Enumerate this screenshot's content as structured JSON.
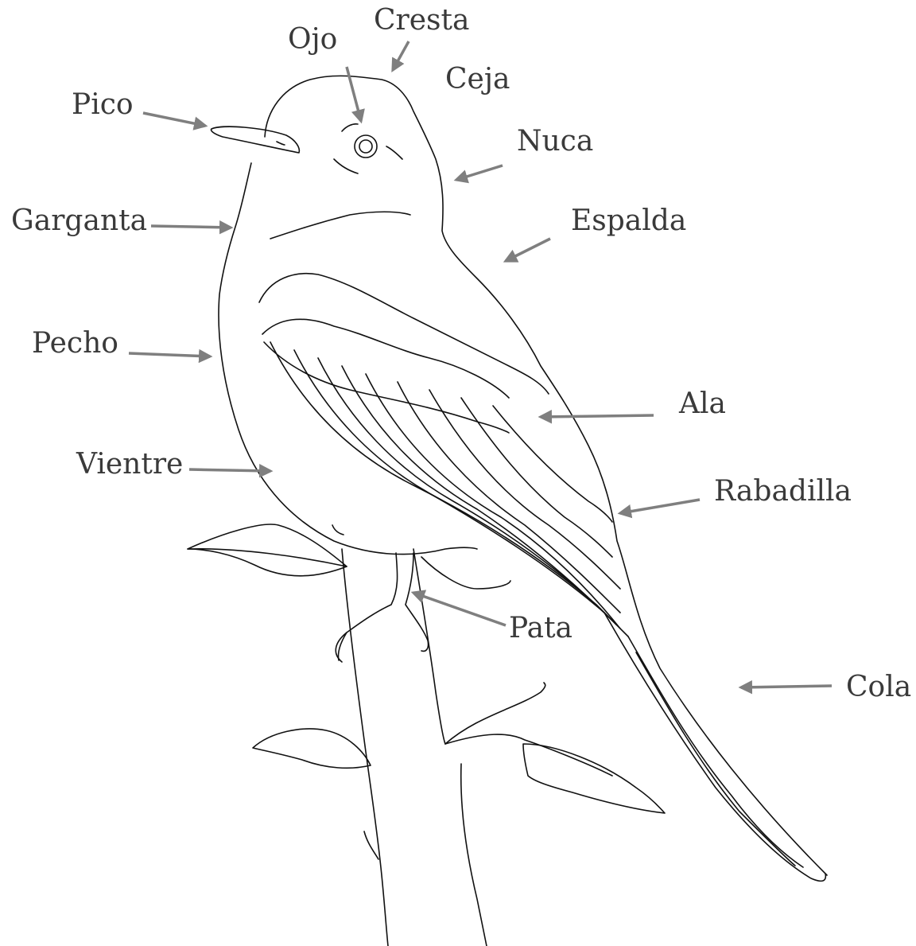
{
  "labels": {
    "cresta": "Cresta",
    "ojo": "Ojo",
    "ceja": "Ceja",
    "pico": "Pico",
    "nuca": "Nuca",
    "garganta": "Garganta",
    "espalda": "Espalda",
    "pecho": "Pecho",
    "ala": "Ala",
    "vientre": "Vientre",
    "rabadilla": "Rabadilla",
    "pata": "Pata",
    "cola": "Cola"
  },
  "colors": {
    "label_text": "#3a3a3a",
    "arrow": "#7f7f7f",
    "outline": "#111111",
    "background": "#ffffff"
  }
}
